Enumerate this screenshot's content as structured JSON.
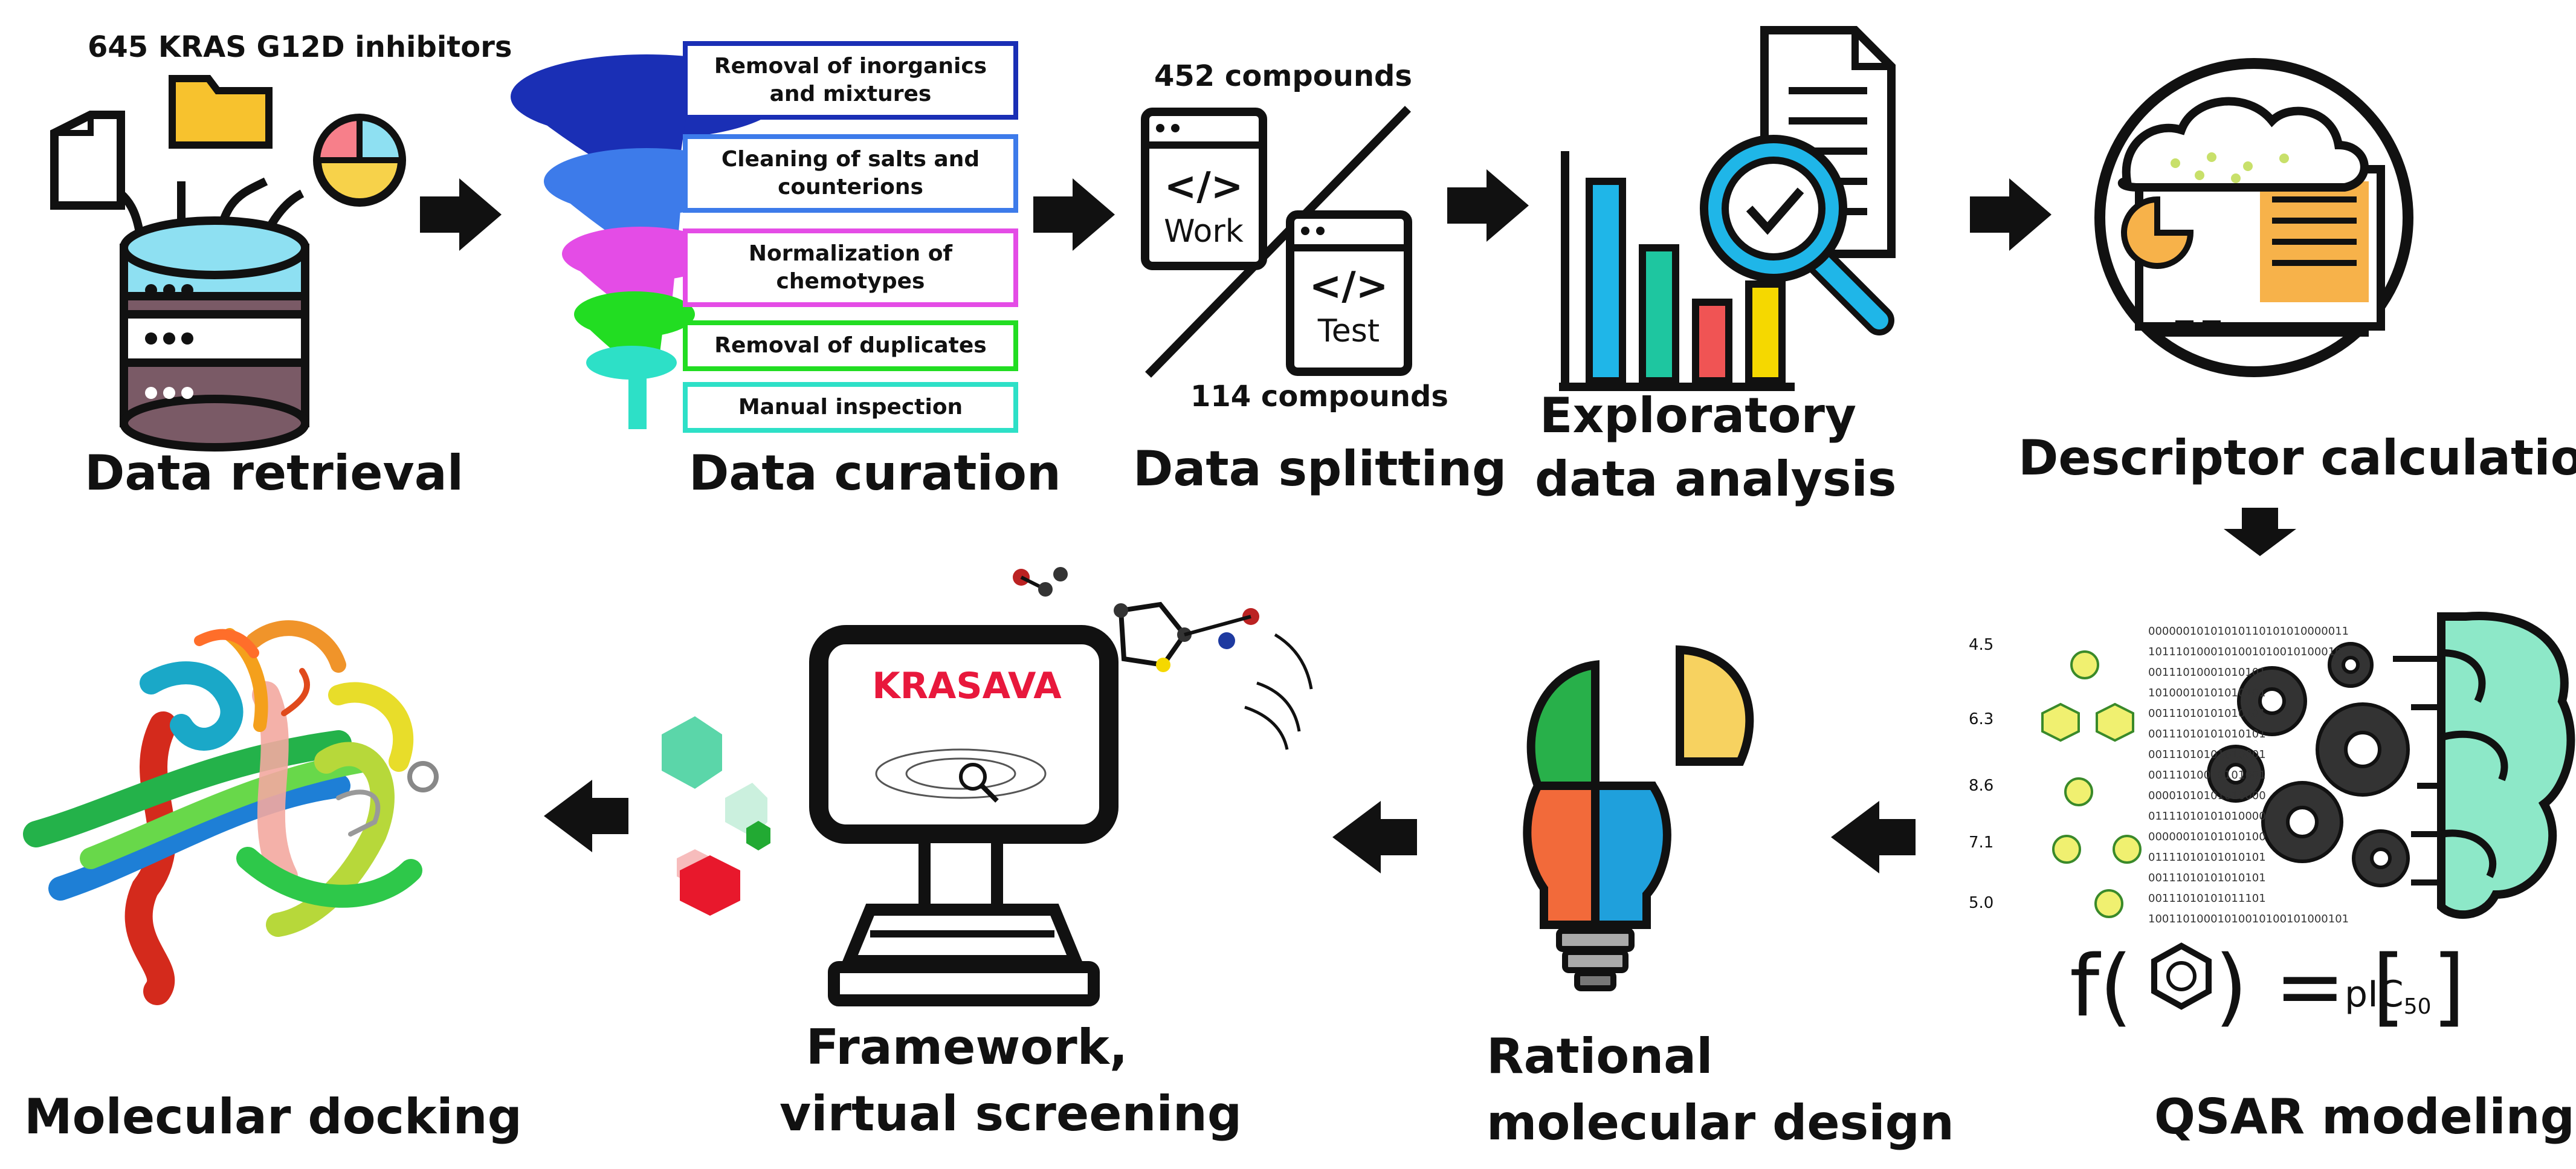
{
  "steps": {
    "data_retrieval": {
      "label": "Data retrieval",
      "count": "645 KRAS G12D inhibitors"
    },
    "data_curation": {
      "label": "Data curation",
      "filters": [
        {
          "text": "Removal of inorganics and mixtures",
          "color": "#1a2fb5"
        },
        {
          "text": "Cleaning of salts and counterions",
          "color": "#3d7bea"
        },
        {
          "text": "Normalization of chemotypes",
          "color": "#e44ce6"
        },
        {
          "text": "Removal of duplicates",
          "color": "#22dd22"
        },
        {
          "text": "Manual inspection",
          "color": "#2de0c7"
        }
      ]
    },
    "data_splitting": {
      "label": "Data splitting",
      "train_count": "452 compounds",
      "test_count": "114 compounds",
      "work_label": "Work",
      "test_label": "Test",
      "code_glyph": "</>"
    },
    "eda": {
      "label_line1": "Exploratory",
      "label_line2": "data analysis"
    },
    "descriptor": {
      "label": "Descriptor calculation"
    },
    "qsar": {
      "label": "QSAR modeling",
      "values": [
        "4.5",
        "6.3",
        "8.6",
        "7.1",
        "5.0"
      ],
      "binary_rows": [
        "00000010101010110101010000011",
        "10111010001010010100101000101",
        "00111010001010101",
        "10100010101010101",
        "00111010101010101",
        "00111010101010101",
        "00111010101010001",
        "00111010010101001",
        "00001010101010000",
        "01111010101010000",
        "00000010101010100",
        "01111010101010101",
        "00111010101010101",
        "00111010101011101",
        "10011010001010010100101000101"
      ],
      "f_symbol": "f(",
      "equals": ") = [",
      "pic50": "pIC",
      "pic50_sub": "50",
      "close_bracket": "]"
    },
    "rational_design": {
      "label_line1": "Rational",
      "label_line2": "molecular design"
    },
    "framework": {
      "label_line1": "Framework,",
      "label_line2": "virtual screening",
      "screen_text": "KRASAVA"
    },
    "docking": {
      "label": "Molecular docking"
    }
  },
  "colors": {
    "accent_red": "#e8183c",
    "arrow": "#111111",
    "bar_blue": "#1fb6e8",
    "bar_teal": "#1ec6a0",
    "bar_red": "#f05454",
    "bar_yellow": "#f5d800",
    "brain": "#8de8c8",
    "orange": "#f7b24a"
  }
}
